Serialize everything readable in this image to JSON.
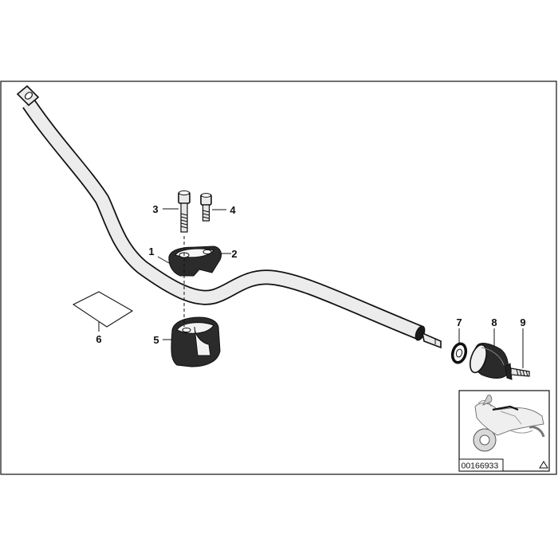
{
  "diagram": {
    "callouts": [
      {
        "id": "1",
        "label": "1"
      },
      {
        "id": "2",
        "label": "2"
      },
      {
        "id": "3",
        "label": "3"
      },
      {
        "id": "4",
        "label": "4"
      },
      {
        "id": "5",
        "label": "5"
      },
      {
        "id": "6",
        "label": "6"
      },
      {
        "id": "7",
        "label": "7"
      },
      {
        "id": "8",
        "label": "8"
      },
      {
        "id": "9",
        "label": "9"
      }
    ],
    "inset": {
      "part_number": "00166933"
    }
  }
}
